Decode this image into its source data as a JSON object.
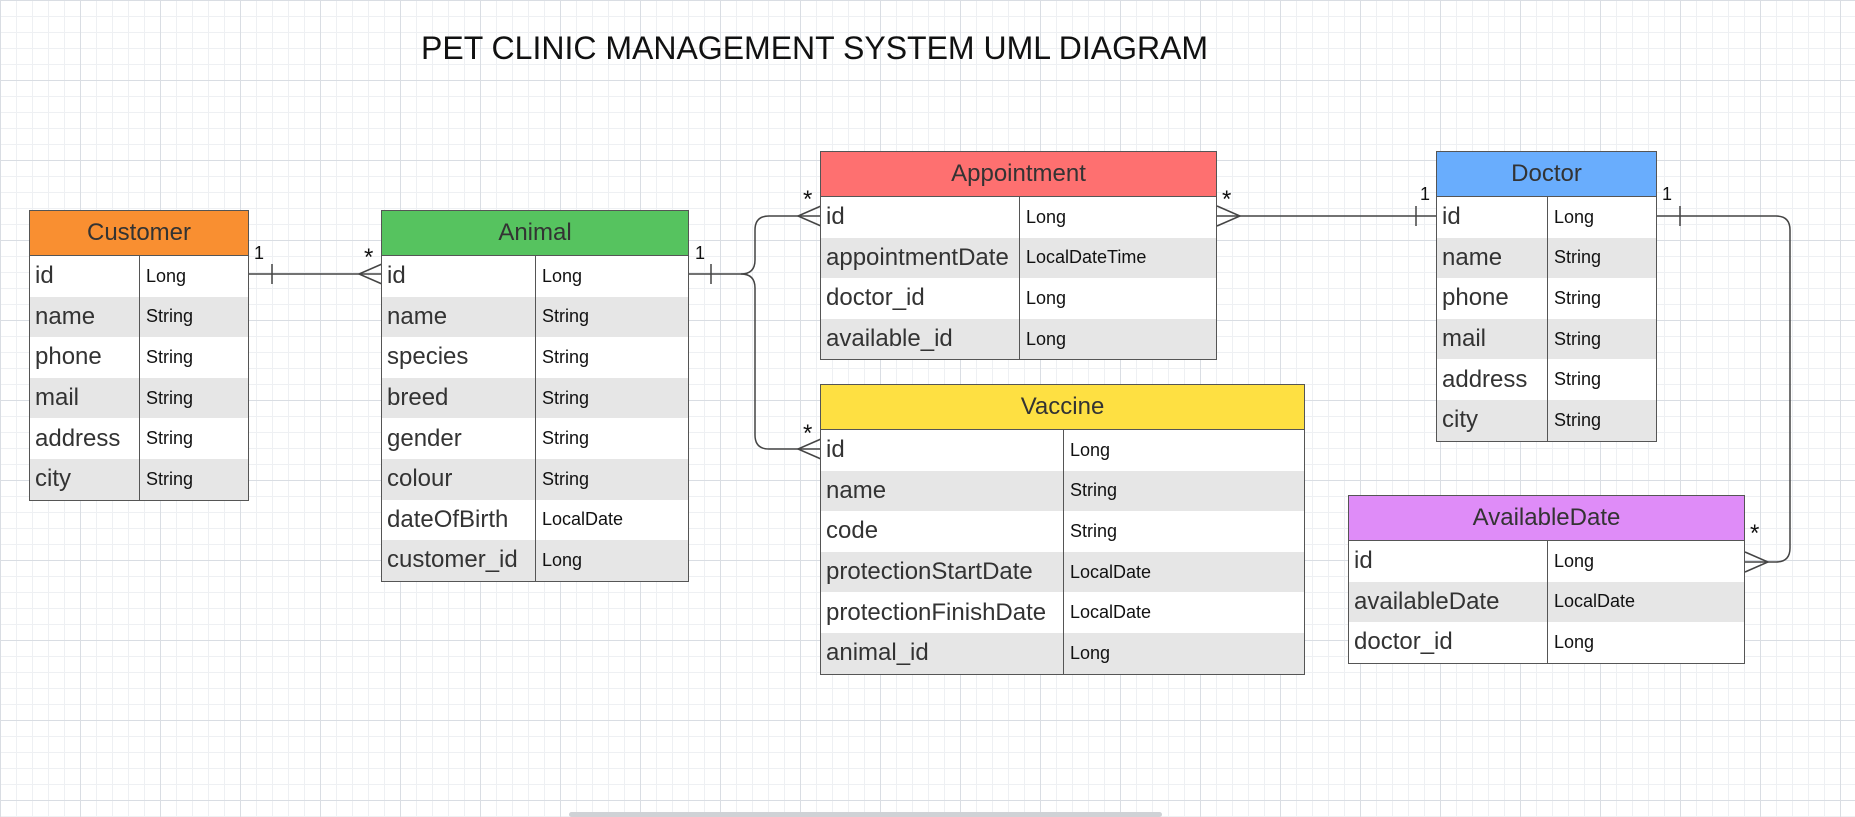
{
  "title": "PET CLINIC MANAGEMENT SYSTEM UML DIAGRAM",
  "colors": {
    "customer": "#f98f31",
    "animal": "#56c35f",
    "appointment": "#fe7070",
    "doctor": "#69adfd",
    "vaccine": "#fee042",
    "availabledate": "#df8cf8"
  },
  "entities": {
    "customer": {
      "name": "Customer",
      "fields": [
        {
          "name": "id",
          "type": "Long"
        },
        {
          "name": "name",
          "type": "String"
        },
        {
          "name": "phone",
          "type": "String"
        },
        {
          "name": "mail",
          "type": "String"
        },
        {
          "name": "address",
          "type": "String"
        },
        {
          "name": "city",
          "type": "String"
        }
      ]
    },
    "animal": {
      "name": "Animal",
      "fields": [
        {
          "name": "id",
          "type": "Long"
        },
        {
          "name": "name",
          "type": "String"
        },
        {
          "name": "species",
          "type": "String"
        },
        {
          "name": "breed",
          "type": "String"
        },
        {
          "name": "gender",
          "type": "String"
        },
        {
          "name": "colour",
          "type": "String"
        },
        {
          "name": "dateOfBirth",
          "type": "LocalDate"
        },
        {
          "name": "customer_id",
          "type": "Long"
        }
      ]
    },
    "appointment": {
      "name": "Appointment",
      "fields": [
        {
          "name": "id",
          "type": "Long"
        },
        {
          "name": "appointmentDate",
          "type": "LocalDateTime"
        },
        {
          "name": "doctor_id",
          "type": "Long"
        },
        {
          "name": "available_id",
          "type": "Long"
        }
      ]
    },
    "doctor": {
      "name": "Doctor",
      "fields": [
        {
          "name": "id",
          "type": "Long"
        },
        {
          "name": "name",
          "type": "String"
        },
        {
          "name": "phone",
          "type": "String"
        },
        {
          "name": "mail",
          "type": "String"
        },
        {
          "name": "address",
          "type": "String"
        },
        {
          "name": "city",
          "type": "String"
        }
      ]
    },
    "vaccine": {
      "name": "Vaccine",
      "fields": [
        {
          "name": "id",
          "type": "Long"
        },
        {
          "name": "name",
          "type": "String"
        },
        {
          "name": "code",
          "type": "String"
        },
        {
          "name": "protectionStartDate",
          "type": "LocalDate"
        },
        {
          "name": "protectionFinishDate",
          "type": "LocalDate"
        },
        {
          "name": "animal_id",
          "type": "Long"
        }
      ]
    },
    "availabledate": {
      "name": "AvailableDate",
      "fields": [
        {
          "name": "id",
          "type": "Long"
        },
        {
          "name": "availableDate",
          "type": "LocalDate"
        },
        {
          "name": "doctor_id",
          "type": "Long"
        }
      ]
    }
  },
  "multiplicities": {
    "customer_animal_one": "1",
    "customer_animal_many": "*",
    "animal_one": "1",
    "appointment_from_animal_many": "*",
    "vaccine_from_animal_many": "*",
    "appointment_to_doctor_many": "*",
    "doctor_from_appointment_one": "1",
    "doctor_to_available_one": "1",
    "availabledate_many": "*"
  }
}
